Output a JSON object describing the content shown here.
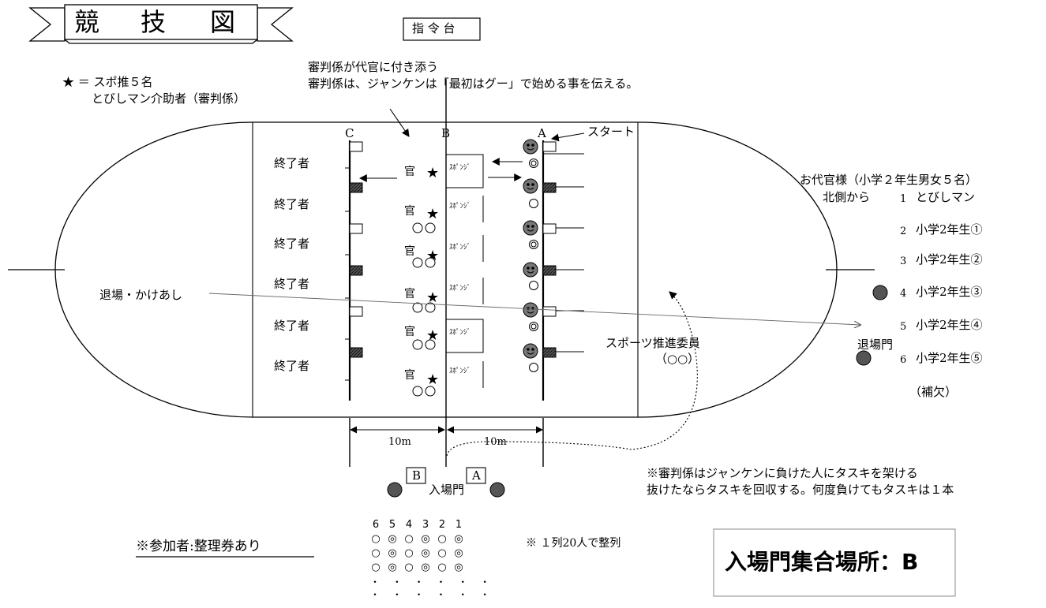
{
  "title": {
    "chars": [
      "競",
      "技",
      "図"
    ]
  },
  "command_stand": "指 令 台",
  "notes": {
    "judge1": "審判係が代官に付き添う",
    "judge2": "審判係は、ジャンケンは「最初はグー」で始める事を伝える。",
    "bottom1": "※審判係はジャンケンに負けた人にタスキを架ける",
    "bottom2": "抜けたならタスキを回収する。何度負けてもタスキは１本",
    "queue": "※ １列20人で整列"
  },
  "legend": {
    "star": "★ ＝ スポ推５名",
    "helper": "とびしマン介助者（審判係）"
  },
  "track": {
    "lines": [
      "C",
      "B",
      "A"
    ],
    "start": "スタート",
    "finishers": [
      "終了者",
      "終了者",
      "終了者",
      "終了者",
      "終了者",
      "終了者"
    ],
    "officer": "官",
    "sponge": "ｽﾎﾟﾝｼﾞ",
    "exit_run": "退場・かけあし",
    "committee": "スポーツ推進委員",
    "committee_sub": "（○○）",
    "dist_left": "10m",
    "dist_right": "10m"
  },
  "daikan": {
    "title": "お代官様（小学２年生男女５名）",
    "from": "北側から",
    "members": [
      {
        "num": "1",
        "name": "とびしマン"
      },
      {
        "num": "2",
        "name": "小学2年生①"
      },
      {
        "num": "3",
        "name": "小学2年生②"
      },
      {
        "num": "4",
        "name": "小学2年生③"
      },
      {
        "num": "5",
        "name": "小学2年生④"
      },
      {
        "num": "6",
        "name": "小学2年生⑤"
      }
    ],
    "reserve": "（補欠）"
  },
  "gates": {
    "exit": "退場門",
    "entrance": "入場門",
    "box_b": "B",
    "box_a": "A"
  },
  "participants": {
    "label": "※参加者:整理券あり",
    "columns": [
      "6",
      "5",
      "4",
      "3",
      "2",
      "1"
    ],
    "row": [
      "○",
      "◎",
      "○",
      "◎",
      "○",
      "◎"
    ],
    "dots": "・ ・ ・ ・ ・ ・"
  },
  "assembly": "入場門集合場所：B"
}
